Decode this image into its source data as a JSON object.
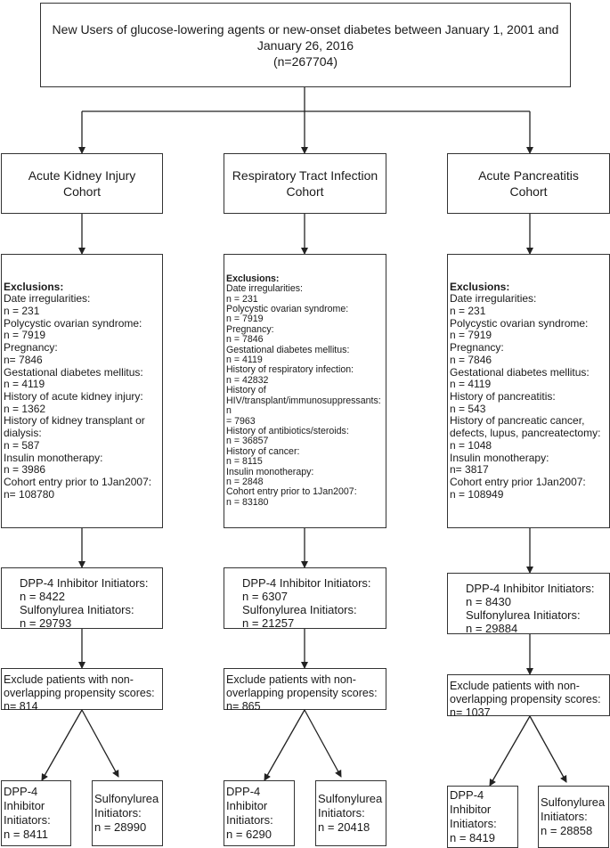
{
  "top": {
    "line1": "New Users of glucose-lowering agents or new-onset diabetes between January 1, 2001 and",
    "line2": "January 26, 2016",
    "line3": "(n=267704)"
  },
  "cohorts": [
    {
      "title1": "Acute Kidney Injury",
      "title2": "Cohort",
      "exclusions_heading": "Exclusions:",
      "exclusions": [
        "Date irregularities:",
        "n = 231",
        "Polycystic ovarian syndrome:",
        "n = 7919",
        "Pregnancy:",
        "n= 7846",
        "Gestational diabetes mellitus:",
        "n = 4119",
        "History of acute kidney injury:",
        "n = 1362",
        "History of kidney transplant or",
        "dialysis:",
        "n = 587",
        "Insulin monotherapy:",
        "n = 3986",
        "Cohort entry prior to 1Jan2007:",
        "n= 108780"
      ],
      "initiators": [
        "DPP-4 Inhibitor Initiators:",
        "n = 8422",
        "Sulfonylurea Initiators:",
        "n = 29793"
      ],
      "ps_exclusion": [
        "Exclude patients with non-",
        "overlapping propensity scores:",
        "n= 814"
      ],
      "final_dpp4": [
        "DPP-4",
        "Inhibitor",
        "Initiators:",
        "n = 8411"
      ],
      "final_su": [
        "Sulfonylurea",
        "Initiators:",
        "n = 28990"
      ]
    },
    {
      "title1": "Respiratory Tract Infection",
      "title2": "Cohort",
      "exclusions_heading": "Exclusions:",
      "exclusions": [
        "Date irregularities:",
        "n = 231",
        "Polycystic ovarian syndrome:",
        "n = 7919",
        "Pregnancy:",
        "n = 7846",
        "Gestational diabetes mellitus:",
        "n = 4119",
        "History of respiratory infection:",
        "n = 42832",
        "History of",
        "HIV/transplant/immunosuppressants: n",
        "= 7963",
        "History of antibiotics/steroids:",
        "n = 36857",
        "History of cancer:",
        "n = 8115",
        "Insulin monotherapy:",
        "n = 2848",
        "Cohort entry prior to 1Jan2007:",
        "n = 83180"
      ],
      "initiators": [
        "DPP-4 Inhibitor Initiators:",
        "n = 6307",
        "Sulfonylurea Initiators:",
        "n = 21257"
      ],
      "ps_exclusion": [
        "Exclude patients with non-",
        "overlapping propensity scores:",
        "n= 865"
      ],
      "final_dpp4": [
        "DPP-4",
        "Inhibitor",
        "Initiators:",
        "n = 6290"
      ],
      "final_su": [
        "Sulfonylurea",
        "Initiators:",
        "n = 20418"
      ]
    },
    {
      "title1": "Acute Pancreatitis",
      "title2": "Cohort",
      "exclusions_heading": "Exclusions:",
      "exclusions": [
        "Date irregularities:",
        "n = 231",
        "Polycystic ovarian syndrome:",
        "n = 7919",
        "Pregnancy:",
        "n = 7846",
        "Gestational diabetes mellitus:",
        "n = 4119",
        "History of pancreatitis:",
        "n = 543",
        "History of pancreatic cancer,",
        "defects, lupus, pancreatectomy:",
        "n = 1048",
        "Insulin monotherapy:",
        "n= 3817",
        "Cohort entry prior 1Jan2007:",
        "n = 108949"
      ],
      "initiators": [
        "DPP-4 Inhibitor Initiators:",
        "n = 8430",
        "Sulfonylurea Initiators:",
        "n = 29884"
      ],
      "ps_exclusion": [
        "Exclude patients with non-",
        "overlapping propensity scores:",
        "n= 1037"
      ],
      "final_dpp4": [
        "DPP-4",
        "Inhibitor",
        "Initiators:",
        "n = 8419"
      ],
      "final_su": [
        "Sulfonylurea",
        "Initiators:",
        "n = 28858"
      ]
    }
  ]
}
